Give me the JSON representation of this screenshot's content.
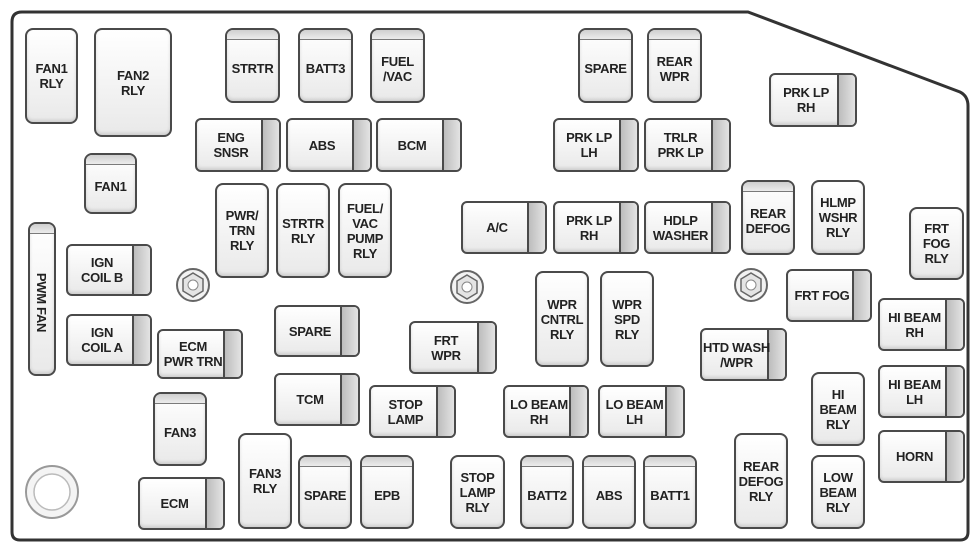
{
  "fuses": {
    "fan1_rly": "FAN1\nRLY",
    "fan2_rly": "FAN2\nRLY",
    "strtr": "STRTR",
    "batt3": "BATT3",
    "fuel_vac": "FUEL\n/VAC",
    "spare_top": "SPARE",
    "rear_wpr": "REAR\nWPR",
    "prk_lp_rh_top": "PRK LP\nRH",
    "eng_snsr": "ENG\nSNSR",
    "abs_top": "ABS",
    "bcm": "BCM",
    "prk_lp_lh": "PRK LP\nLH",
    "trlr_prk_lp": "TRLR\nPRK LP",
    "fan1": "FAN1",
    "pwr_trn_rly": "PWR/\nTRN\nRLY",
    "strtr_rly": "STRTR\nRLY",
    "fuel_vac_pump_rly": "FUEL/\nVAC\nPUMP\nRLY",
    "ac": "A/C",
    "prk_lp_rh": "PRK LP\nRH",
    "hdlp_washer": "HDLP\nWASHER",
    "rear_defog": "REAR\nDEFOG",
    "hlmp_wshr_rly": "HLMP\nWSHR\nRLY",
    "frt_fog_rly": "FRT\nFOG\nRLY",
    "pwm_fan": "PWM FAN",
    "ign_coil_b": "IGN\nCOIL B",
    "ign_coil_a": "IGN\nCOIL A",
    "ecm_pwr_trn": "ECM\nPWR TRN",
    "spare_mid": "SPARE",
    "frt_wpr": "FRT\nWPR",
    "wpr_cntrl_rly": "WPR\nCNTRL\nRLY",
    "wpr_spd_rly": "WPR\nSPD\nRLY",
    "frt_fog": "FRT FOG",
    "htd_wash_wpr": "HTD WASH\n/WPR",
    "hi_beam_rh": "HI BEAM\nRH",
    "tcm": "TCM",
    "stop_lamp": "STOP\nLAMP",
    "lo_beam_rh": "LO BEAM\nRH",
    "lo_beam_lh": "LO BEAM\nLH",
    "hi_beam_rly": "HI\nBEAM\nRLY",
    "hi_beam_lh": "HI BEAM\nLH",
    "fan3": "FAN3",
    "horn": "HORN",
    "ecm": "ECM",
    "fan3_rly": "FAN3\nRLY",
    "spare_bot": "SPARE",
    "epb": "EPB",
    "stop_lamp_rly": "STOP\nLAMP\nRLY",
    "batt2": "BATT2",
    "abs_bot": "ABS",
    "batt1": "BATT1",
    "rear_defog_rly": "REAR\nDEFOG\nRLY",
    "low_beam_rly": "LOW\nBEAM\nRLY"
  }
}
